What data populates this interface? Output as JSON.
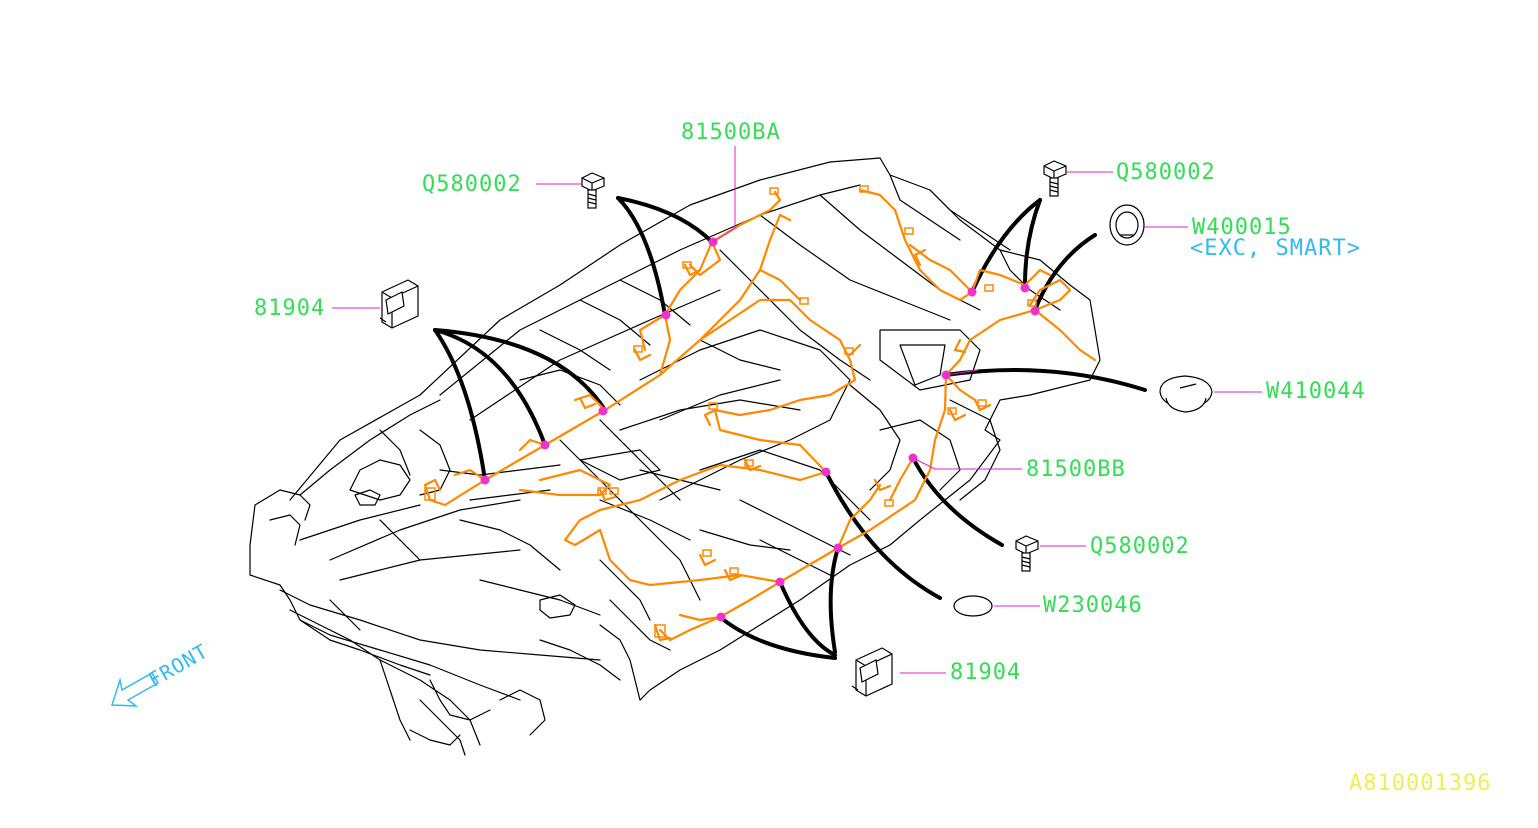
{
  "colors": {
    "label": "#33dd55",
    "leader": "#dd22cc",
    "note": "#33bbee",
    "reference": "#eeee55",
    "harness": "#ff8800",
    "connector_dot": "#ee33cc",
    "body_line": "#000000"
  },
  "parts": {
    "harness_front": "81500BA",
    "harness_rear": "81500BB",
    "bolt_top_left": "Q580002",
    "bolt_top_right": "Q580002",
    "bolt_right": "Q580002",
    "clip_left": "81904",
    "clip_bottom": "81904",
    "grommet_top_right": "W400015",
    "grommet_top_right_note": "<EXC, SMART>",
    "plug_right": "W410044",
    "plug_bottom": "W230046"
  },
  "direction": {
    "label": "FRONT",
    "icon": "arrow-front-icon"
  },
  "reference": {
    "code": "A810001396"
  }
}
